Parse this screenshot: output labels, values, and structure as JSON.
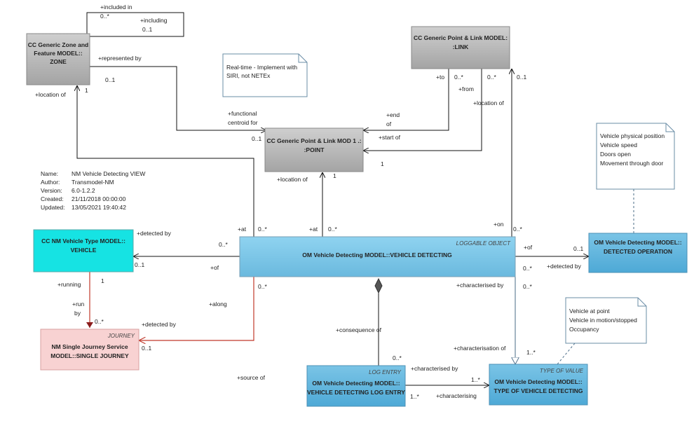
{
  "classes": {
    "zone": {
      "line1": "CC Generic Zone and",
      "line2": "Feature MODEL::",
      "line3": "ZONE"
    },
    "link": {
      "line1": "CC Generic Point & Link MODEL:",
      "line2": ":LINK"
    },
    "point": {
      "line1": "CC Generic Point & Link MOD 1 .:",
      "line2": ":POINT"
    },
    "vehicle": {
      "line1": "CC NM Vehicle Type MODEL::",
      "line2": "VEHICLE"
    },
    "vehicle_detecting": {
      "stereotype": "LOGGABLE OBJECT",
      "line1": "OM Vehicle Detecting MODEL::VEHICLE DETECTING"
    },
    "detected_operation": {
      "line1": "OM Vehicle Detecting MODEL::",
      "line2": "DETECTED OPERATION"
    },
    "single_journey": {
      "stereotype": "JOURNEY",
      "line1": "NM Single Journey Service",
      "line2": "MODEL::SINGLE JOURNEY"
    },
    "log_entry": {
      "stereotype": "LOG ENTRY",
      "line1": "OM Vehicle Detecting MODEL::",
      "line2": "VEHICLE DETECTING LOG ENTRY"
    },
    "type_of_vd": {
      "stereotype": "TYPE OF VALUE",
      "line1": "OM Vehicle Detecting MODEL::",
      "line2": "TYPE OF VEHICLE DETECTING"
    }
  },
  "notes": {
    "realtime": {
      "line1": "Real-time - Implement with",
      "line2": "SIRI, not NETEx"
    },
    "vehicle_position": {
      "line1": "Vehicle physical position",
      "line2": "Vehicle speed",
      "line3": "Doors open",
      "line4": "Movement through door"
    },
    "vehicle_at_point": {
      "line1": "Vehicle at point",
      "line2": "Vehicle in motion/stopped",
      "line3": "Occupancy"
    }
  },
  "metadata": [
    {
      "key": "Name:",
      "value": "NM Vehicle Detecting VIEW"
    },
    {
      "key": "Author:",
      "value": "Transmodel-NM"
    },
    {
      "key": "Version:",
      "value": "6.0-1.2.2"
    },
    {
      "key": "Created:",
      "value": "21/11/2018 00:00:00"
    },
    {
      "key": "Updated:",
      "value": "13/05/2021 19:40:42"
    }
  ],
  "labels": {
    "included_in": "+included in",
    "including": "+including",
    "zone_self_mult_a": "0..*",
    "zone_self_mult_b": "0..1",
    "represented_by": "+represented by",
    "zone_rep_mult": "0..1",
    "location_of_zone": "+location of",
    "zone_loc_mult": "1",
    "functional_centroid_for_1": "+functional",
    "functional_centroid_for_2": "centroid for",
    "point_fc_mult": "0..1",
    "to": "+to",
    "link_to_mult": "0..*",
    "from": "+from",
    "link_from_mult": "0..*",
    "link_mult_1": "0..1",
    "end_of_1": "+end",
    "end_of_2": "of",
    "start_of": "+start of",
    "location_of_link": "+location of",
    "link_loc_mult": "1",
    "location_of_point": "+location of",
    "point_loc_mult": "1",
    "at_1": "+at",
    "at_1_mult": "0..*",
    "at_2": "+at",
    "at_2_mult": "0..*",
    "on": "+on",
    "on_mult": "0..*",
    "detected_by_vehicle": "+detected by",
    "vehicle_det_mult": "0..*",
    "of_vehicle": "+of",
    "vehicle_of_mult": "0..1",
    "of_op": "+of",
    "op_of_mult": "0..1",
    "detected_by_op": "+detected by",
    "op_det_mult": "0..*",
    "running": "+running",
    "running_mult": "1",
    "run_by_1": "+run",
    "run_by_2": "by",
    "run_by_mult": "0..*",
    "along": "+along",
    "along_mult": "0..*",
    "detected_by_journey": "+detected by",
    "journey_mult": "0..1",
    "characterised_by_1": "+characterised by",
    "char_mult_1": "0..*",
    "characterisation_of": "+characterisation of",
    "char_of_mult": "1..*",
    "consequence_of": "+consequence of",
    "consequence_mult": "0..*",
    "source_of": "+source of",
    "characterised_by_2": "+characterised by",
    "char_by_2_mult": "1..*",
    "characterising": "+characterising",
    "characterising_mult": "1..*"
  },
  "colors": {
    "grey_fill": "#b4b4b4",
    "cyan_fill": "#16e3e3",
    "blue_fill": "#7cc7e6",
    "blue_dark": "#5ab3db",
    "pink_fill": "#f8d2d2",
    "note_fill": "#ffffff",
    "red_line": "#c0392b",
    "line": "#111111"
  }
}
